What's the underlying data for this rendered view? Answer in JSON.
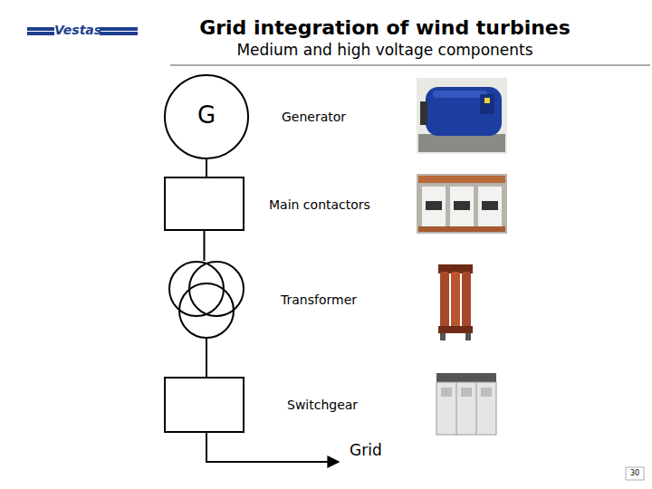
{
  "diagram": {
    "title": "Grid integration of wind turbines",
    "nodes": [
      {
        "text": [
          "G",
          "Generator"
        ]
      },
      {
        "text": [
          "Main contactors"
        ]
      },
      {
        "text": [
          "Transformer"
        ]
      },
      {
        "text": [
          "Switchgear"
        ]
      }
    ],
    "edges": [
      {
        "from": 0,
        "to": 1,
        "arrow": "none"
      },
      {
        "from": 1,
        "to": 2,
        "arrow": "none"
      },
      {
        "from": 2,
        "to": 3,
        "arrow": "none"
      }
    ],
    "labels": [
      "Vestas",
      "Medium and high voltage components",
      "Grid",
      "30"
    ]
  }
}
